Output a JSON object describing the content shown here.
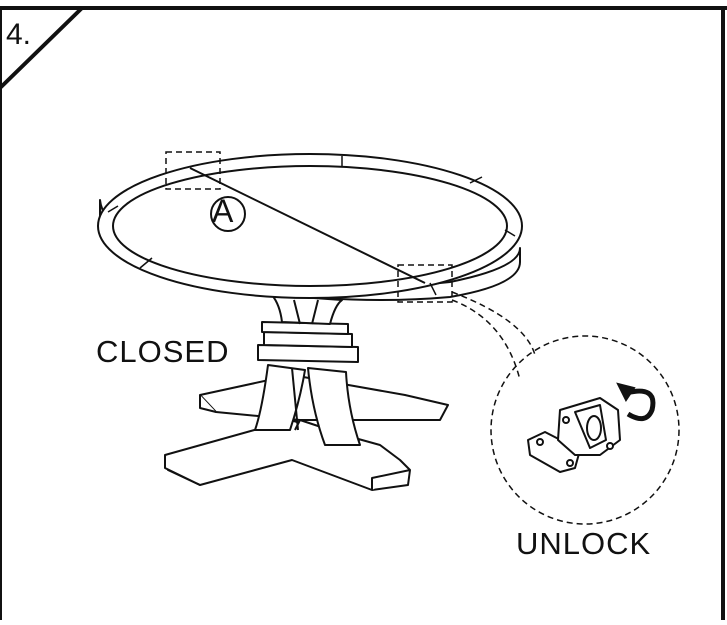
{
  "step": {
    "number": "4."
  },
  "labels": {
    "part": "A",
    "state": "CLOSED",
    "action": "UNLOCK"
  },
  "icons": {
    "table": "pedestal-table-icon",
    "latch": "latch-hardware-icon",
    "rotate": "rotate-arrow-icon"
  }
}
